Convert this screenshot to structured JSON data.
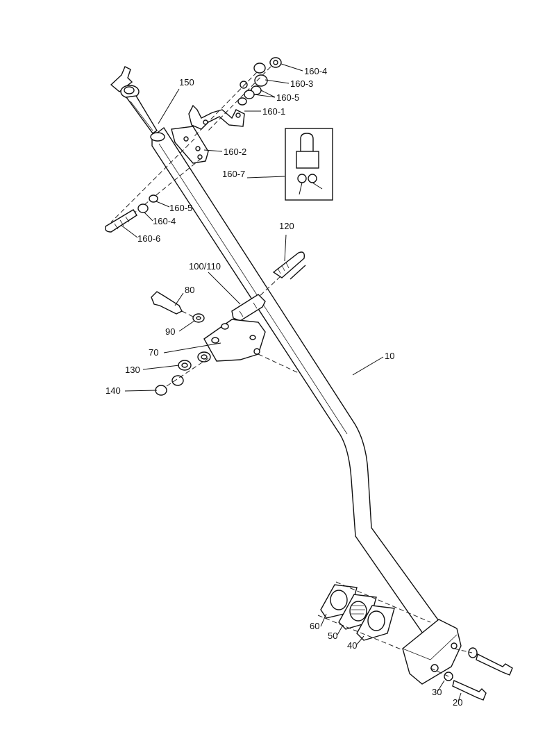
{
  "diagram": {
    "labels": {
      "l160_4a": "160-4",
      "l160_3": "160-3",
      "l160_5a": "160-5",
      "l160_1": "160-1",
      "l150": "150",
      "l160_2": "160-2",
      "l160_7": "160-7",
      "l160_5b": "160-5",
      "l160_4b": "160-4",
      "l160_6": "160-6",
      "l120": "120",
      "l100_110": "100/110",
      "l80": "80",
      "l90": "90",
      "l70": "70",
      "l10": "10",
      "l130": "130",
      "l140": "140",
      "l60": "60",
      "l50": "50",
      "l40": "40",
      "l30": "30",
      "l20": "20"
    }
  }
}
